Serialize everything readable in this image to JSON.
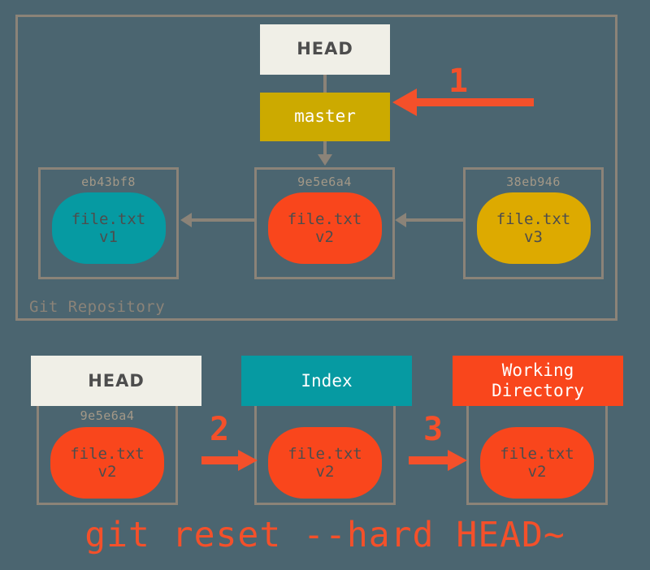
{
  "diagram": {
    "background_color": "#4b6570",
    "repository": {
      "label": "Git Repository",
      "head_ref": "HEAD",
      "branch_ref": "master",
      "commits": [
        {
          "hash": "eb43bf8",
          "file": "file.txt",
          "version": "v1",
          "color": "#069aa2"
        },
        {
          "hash": "9e5e6a4",
          "file": "file.txt",
          "version": "v2",
          "color": "#f9461c"
        },
        {
          "hash": "38eb946",
          "file": "file.txt",
          "version": "v3",
          "color": "#ddaa00"
        }
      ]
    },
    "steps": [
      {
        "number": "1",
        "direction": "left"
      },
      {
        "number": "2",
        "direction": "right"
      },
      {
        "number": "3",
        "direction": "right"
      }
    ],
    "areas": [
      {
        "title": "HEAD",
        "hash": "9e5e6a4",
        "file": "file.txt",
        "version": "v2",
        "title_bg": "#f0efe7",
        "title_fg": "#4d4d4d"
      },
      {
        "title": "Index",
        "hash": "",
        "file": "file.txt",
        "version": "v2",
        "title_bg": "#069aa2",
        "title_fg": "#ffffff"
      },
      {
        "title": "Working\nDirectory",
        "title_line1": "Working",
        "title_line2": "Directory",
        "hash": "",
        "file": "file.txt",
        "version": "v2",
        "title_bg": "#f9461c",
        "title_fg": "#ffffff"
      }
    ],
    "command": "git reset --hard HEAD~",
    "colors": {
      "accent_red": "#f4502a",
      "blob_red": "#f9461c",
      "teal": "#069aa2",
      "gold": "#ccaa00",
      "yellow": "#ddaa00",
      "border_gray": "#8b8378",
      "hash_gray": "#a39887",
      "cream": "#f0efe7"
    }
  }
}
